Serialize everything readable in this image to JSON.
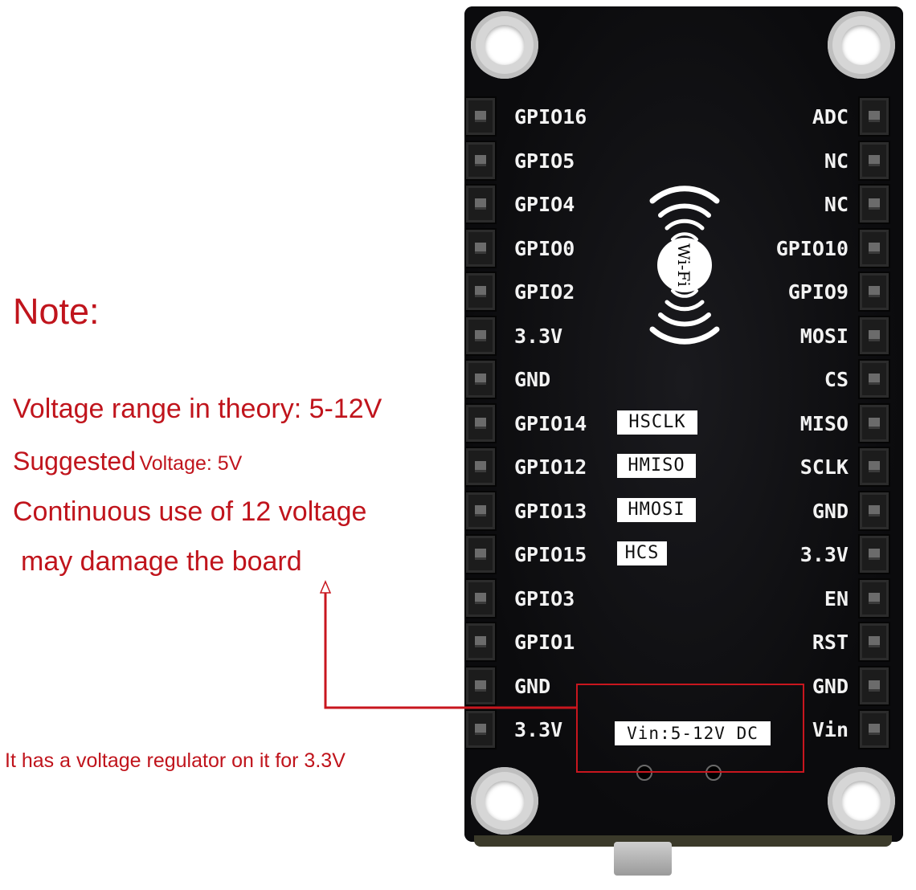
{
  "note": {
    "title": "Note:",
    "line1": "Voltage range in theory: 5-12V",
    "line2_a": "Suggested",
    "line2_b": "Voltage: 5V",
    "line3": "Continuous use of 12 voltage",
    "line4": "may damage the board",
    "footer": "It has a voltage regulator on it for 3.3V"
  },
  "board": {
    "logo_text": "Wi-Fi",
    "left_pins": [
      "GPIO16",
      "GPIO5",
      "GPIO4",
      "GPIO0",
      "GPIO2",
      "3.3V",
      "GND",
      "GPIO14",
      "GPIO12",
      "GPIO13",
      "GPIO15",
      "GPIO3",
      "GPIO1",
      "GND",
      "3.3V"
    ],
    "right_pins": [
      "ADC",
      "NC",
      "NC",
      "GPIO10",
      "GPIO9",
      "MOSI",
      "CS",
      "MISO",
      "SCLK",
      "GND",
      "3.3V",
      "EN",
      "RST",
      "GND",
      "Vin"
    ],
    "tags": [
      "HSCLK",
      "HMISO",
      "HMOSI",
      "HCS"
    ],
    "vin_label": "Vin:5-12V DC"
  },
  "colors": {
    "note_red": "#c0141c",
    "board": "#0b0b0d",
    "callout": "#c8161e"
  }
}
